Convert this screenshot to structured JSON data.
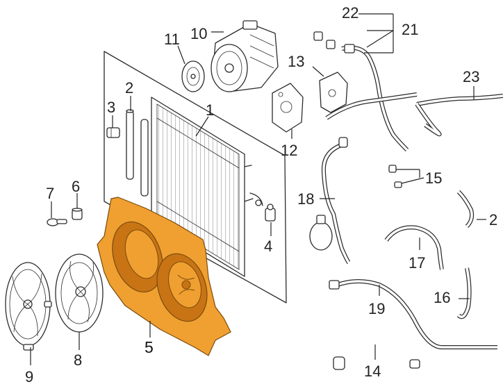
{
  "colors": {
    "highlight": "#f0a030",
    "highlight_dark": "#c87414",
    "line": "#2b2b2b",
    "background": "#ffffff"
  },
  "callouts": {
    "c1": "1",
    "c2": "2",
    "c3": "3",
    "c4": "4",
    "c5": "5",
    "c6": "6",
    "c7": "7",
    "c8": "8",
    "c9": "9",
    "c10": "10",
    "c11": "11",
    "c12": "12",
    "c13": "13",
    "c14": "14",
    "c15": "15",
    "c16": "16",
    "c17": "17",
    "c18": "18",
    "c19": "19",
    "c20": "2",
    "c21": "21",
    "c22": "22",
    "c23": "23"
  }
}
